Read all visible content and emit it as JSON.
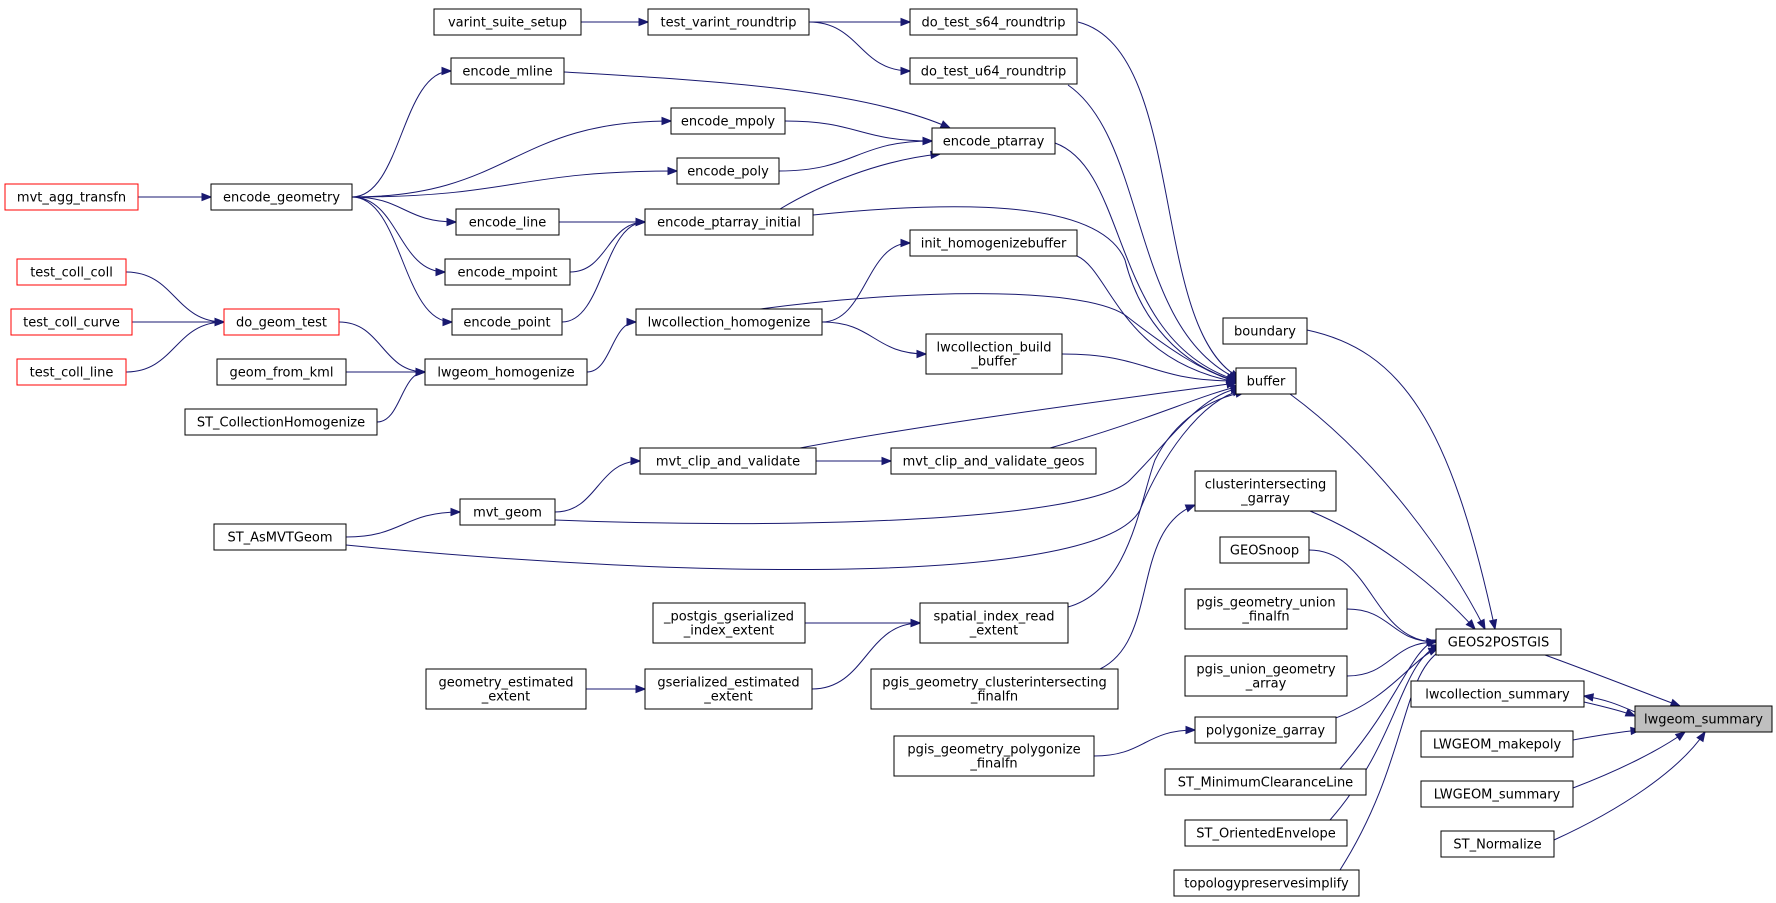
{
  "colors": {
    "edge": "#191970",
    "truncated_border": "#ff0000",
    "node_border": "#000000",
    "focus_fill": "#bfbfbf"
  },
  "nodes": [
    {
      "id": "varint_suite_setup",
      "lines": [
        "varint_suite_setup"
      ]
    },
    {
      "id": "test_varint_roundtrip",
      "lines": [
        "test_varint_roundtrip"
      ]
    },
    {
      "id": "do_test_s64_roundtrip",
      "lines": [
        "do_test_s64_roundtrip"
      ]
    },
    {
      "id": "do_test_u64_roundtrip",
      "lines": [
        "do_test_u64_roundtrip"
      ]
    },
    {
      "id": "encode_mline",
      "lines": [
        "encode_mline"
      ]
    },
    {
      "id": "encode_mpoly",
      "lines": [
        "encode_mpoly"
      ]
    },
    {
      "id": "encode_ptarray",
      "lines": [
        "encode_ptarray"
      ]
    },
    {
      "id": "encode_poly",
      "lines": [
        "encode_poly"
      ]
    },
    {
      "id": "mvt_agg_transfn",
      "lines": [
        "mvt_agg_transfn"
      ],
      "truncated": true
    },
    {
      "id": "encode_geometry",
      "lines": [
        "encode_geometry"
      ]
    },
    {
      "id": "encode_line",
      "lines": [
        "encode_line"
      ]
    },
    {
      "id": "encode_ptarray_initial",
      "lines": [
        "encode_ptarray_initial"
      ]
    },
    {
      "id": "init_homogenizebuffer",
      "lines": [
        "init_homogenizebuffer"
      ]
    },
    {
      "id": "test_coll_coll",
      "lines": [
        "test_coll_coll"
      ],
      "truncated": true
    },
    {
      "id": "encode_mpoint",
      "lines": [
        "encode_mpoint"
      ]
    },
    {
      "id": "test_coll_curve",
      "lines": [
        "test_coll_curve"
      ],
      "truncated": true
    },
    {
      "id": "do_geom_test",
      "lines": [
        "do_geom_test"
      ],
      "truncated": true
    },
    {
      "id": "encode_point",
      "lines": [
        "encode_point"
      ]
    },
    {
      "id": "lwcollection_homogenize",
      "lines": [
        "lwcollection_homogenize"
      ]
    },
    {
      "id": "boundary",
      "lines": [
        "boundary"
      ]
    },
    {
      "id": "lwcollection_build_buffer",
      "lines": [
        "lwcollection_build",
        "_buffer"
      ]
    },
    {
      "id": "test_coll_line",
      "lines": [
        "test_coll_line"
      ],
      "truncated": true
    },
    {
      "id": "geom_from_kml",
      "lines": [
        "geom_from_kml"
      ]
    },
    {
      "id": "lwgeom_homogenize",
      "lines": [
        "lwgeom_homogenize"
      ]
    },
    {
      "id": "buffer",
      "lines": [
        "buffer"
      ]
    },
    {
      "id": "ST_CollectionHomogenize",
      "lines": [
        "ST_CollectionHomogenize"
      ]
    },
    {
      "id": "mvt_clip_and_validate",
      "lines": [
        "mvt_clip_and_validate"
      ]
    },
    {
      "id": "mvt_clip_and_validate_geos",
      "lines": [
        "mvt_clip_and_validate_geos"
      ]
    },
    {
      "id": "clusterintersecting_garray",
      "lines": [
        "clusterintersecting",
        "_garray"
      ]
    },
    {
      "id": "mvt_geom",
      "lines": [
        "mvt_geom"
      ]
    },
    {
      "id": "ST_AsMVTGeom",
      "lines": [
        "ST_AsMVTGeom"
      ]
    },
    {
      "id": "GEOSnoop",
      "lines": [
        "GEOSnoop"
      ]
    },
    {
      "id": "pgis_geometry_union_finalfn",
      "lines": [
        "pgis_geometry_union",
        "_finalfn"
      ]
    },
    {
      "id": "postgis_gserialized_index_extent",
      "lines": [
        "_postgis_gserialized",
        "_index_extent"
      ]
    },
    {
      "id": "spatial_index_read_extent",
      "lines": [
        "spatial_index_read",
        "_extent"
      ]
    },
    {
      "id": "GEOS2POSTGIS",
      "lines": [
        "GEOS2POSTGIS"
      ]
    },
    {
      "id": "pgis_union_geometry_array",
      "lines": [
        "pgis_union_geometry",
        "_array"
      ]
    },
    {
      "id": "geometry_estimated_extent",
      "lines": [
        "geometry_estimated",
        "_extent"
      ]
    },
    {
      "id": "gserialized_estimated_extent",
      "lines": [
        "gserialized_estimated",
        "_extent"
      ]
    },
    {
      "id": "pgis_geometry_clusterintersecting_finalfn",
      "lines": [
        "pgis_geometry_clusterintersecting",
        "_finalfn"
      ]
    },
    {
      "id": "lwcollection_summary",
      "lines": [
        "lwcollection_summary"
      ]
    },
    {
      "id": "lwgeom_summary",
      "lines": [
        "lwgeom_summary"
      ],
      "focus": true
    },
    {
      "id": "polygonize_garray",
      "lines": [
        "polygonize_garray"
      ]
    },
    {
      "id": "pgis_geometry_polygonize_finalfn",
      "lines": [
        "pgis_geometry_polygonize",
        "_finalfn"
      ]
    },
    {
      "id": "LWGEOM_makepoly",
      "lines": [
        "LWGEOM_makepoly"
      ]
    },
    {
      "id": "ST_MinimumClearanceLine",
      "lines": [
        "ST_MinimumClearanceLine"
      ]
    },
    {
      "id": "LWGEOM_summary",
      "lines": [
        "LWGEOM_summary"
      ]
    },
    {
      "id": "ST_OrientedEnvelope",
      "lines": [
        "ST_OrientedEnvelope"
      ]
    },
    {
      "id": "ST_Normalize",
      "lines": [
        "ST_Normalize"
      ]
    },
    {
      "id": "topologypreservesimplify",
      "lines": [
        "topologypreservesimplify"
      ]
    }
  ],
  "edges": [
    {
      "from": "varint_suite_setup",
      "to": "test_varint_roundtrip"
    },
    {
      "from": "test_varint_roundtrip",
      "to": "do_test_s64_roundtrip"
    },
    {
      "from": "test_varint_roundtrip",
      "to": "do_test_u64_roundtrip"
    },
    {
      "from": "do_test_s64_roundtrip",
      "to": "buffer"
    },
    {
      "from": "do_test_u64_roundtrip",
      "to": "buffer"
    },
    {
      "from": "encode_mline",
      "to": "encode_ptarray"
    },
    {
      "from": "encode_mpoly",
      "to": "encode_ptarray"
    },
    {
      "from": "encode_poly",
      "to": "encode_ptarray"
    },
    {
      "from": "encode_ptarray_initial",
      "to": "encode_ptarray"
    },
    {
      "from": "encode_ptarray",
      "to": "buffer"
    },
    {
      "from": "encode_geometry",
      "to": "encode_mline"
    },
    {
      "from": "encode_geometry",
      "to": "encode_mpoly"
    },
    {
      "from": "encode_geometry",
      "to": "encode_poly"
    },
    {
      "from": "encode_geometry",
      "to": "encode_line"
    },
    {
      "from": "encode_geometry",
      "to": "encode_mpoint"
    },
    {
      "from": "encode_geometry",
      "to": "encode_point"
    },
    {
      "from": "mvt_agg_transfn",
      "to": "encode_geometry"
    },
    {
      "from": "encode_line",
      "to": "encode_ptarray_initial"
    },
    {
      "from": "encode_mpoint",
      "to": "encode_ptarray_initial"
    },
    {
      "from": "encode_point",
      "to": "encode_ptarray_initial"
    },
    {
      "from": "encode_ptarray_initial",
      "to": "buffer"
    },
    {
      "from": "lwcollection_homogenize",
      "to": "init_homogenizebuffer"
    },
    {
      "from": "init_homogenizebuffer",
      "to": "buffer"
    },
    {
      "from": "lwcollection_homogenize",
      "to": "buffer"
    },
    {
      "from": "lwcollection_homogenize",
      "to": "lwcollection_build_buffer"
    },
    {
      "from": "lwcollection_build_buffer",
      "to": "buffer"
    },
    {
      "from": "test_coll_coll",
      "to": "do_geom_test"
    },
    {
      "from": "test_coll_curve",
      "to": "do_geom_test"
    },
    {
      "from": "test_coll_line",
      "to": "do_geom_test"
    },
    {
      "from": "do_geom_test",
      "to": "lwgeom_homogenize"
    },
    {
      "from": "geom_from_kml",
      "to": "lwgeom_homogenize"
    },
    {
      "from": "ST_CollectionHomogenize",
      "to": "lwgeom_homogenize"
    },
    {
      "from": "lwgeom_homogenize",
      "to": "lwcollection_homogenize"
    },
    {
      "from": "mvt_clip_and_validate",
      "to": "buffer"
    },
    {
      "from": "mvt_clip_and_validate",
      "to": "mvt_clip_and_validate_geos"
    },
    {
      "from": "mvt_clip_and_validate_geos",
      "to": "buffer"
    },
    {
      "from": "mvt_geom",
      "to": "mvt_clip_and_validate"
    },
    {
      "from": "mvt_geom",
      "to": "buffer"
    },
    {
      "from": "ST_AsMVTGeom",
      "to": "mvt_geom"
    },
    {
      "from": "ST_AsMVTGeom",
      "to": "buffer"
    },
    {
      "from": "postgis_gserialized_index_extent",
      "to": "spatial_index_read_extent"
    },
    {
      "from": "gserialized_estimated_extent",
      "to": "spatial_index_read_extent"
    },
    {
      "from": "geometry_estimated_extent",
      "to": "gserialized_estimated_extent"
    },
    {
      "from": "spatial_index_read_extent",
      "to": "buffer"
    },
    {
      "from": "pgis_geometry_clusterintersecting_finalfn",
      "to": "clusterintersecting_garray"
    },
    {
      "from": "pgis_geometry_polygonize_finalfn",
      "to": "polygonize_garray"
    },
    {
      "from": "boundary",
      "to": "GEOS2POSTGIS"
    },
    {
      "from": "buffer",
      "to": "GEOS2POSTGIS"
    },
    {
      "from": "clusterintersecting_garray",
      "to": "GEOS2POSTGIS"
    },
    {
      "from": "GEOSnoop",
      "to": "GEOS2POSTGIS"
    },
    {
      "from": "pgis_geometry_union_finalfn",
      "to": "GEOS2POSTGIS"
    },
    {
      "from": "pgis_union_geometry_array",
      "to": "GEOS2POSTGIS"
    },
    {
      "from": "polygonize_garray",
      "to": "GEOS2POSTGIS"
    },
    {
      "from": "ST_MinimumClearanceLine",
      "to": "GEOS2POSTGIS"
    },
    {
      "from": "ST_OrientedEnvelope",
      "to": "GEOS2POSTGIS"
    },
    {
      "from": "topologypreservesimplify",
      "to": "GEOS2POSTGIS"
    },
    {
      "from": "GEOS2POSTGIS",
      "to": "lwgeom_summary"
    },
    {
      "from": "lwcollection_summary",
      "to": "lwgeom_summary"
    },
    {
      "from": "lwgeom_summary",
      "to": "lwcollection_summary"
    },
    {
      "from": "LWGEOM_makepoly",
      "to": "lwgeom_summary"
    },
    {
      "from": "LWGEOM_summary",
      "to": "lwgeom_summary"
    },
    {
      "from": "ST_Normalize",
      "to": "lwgeom_summary"
    }
  ]
}
